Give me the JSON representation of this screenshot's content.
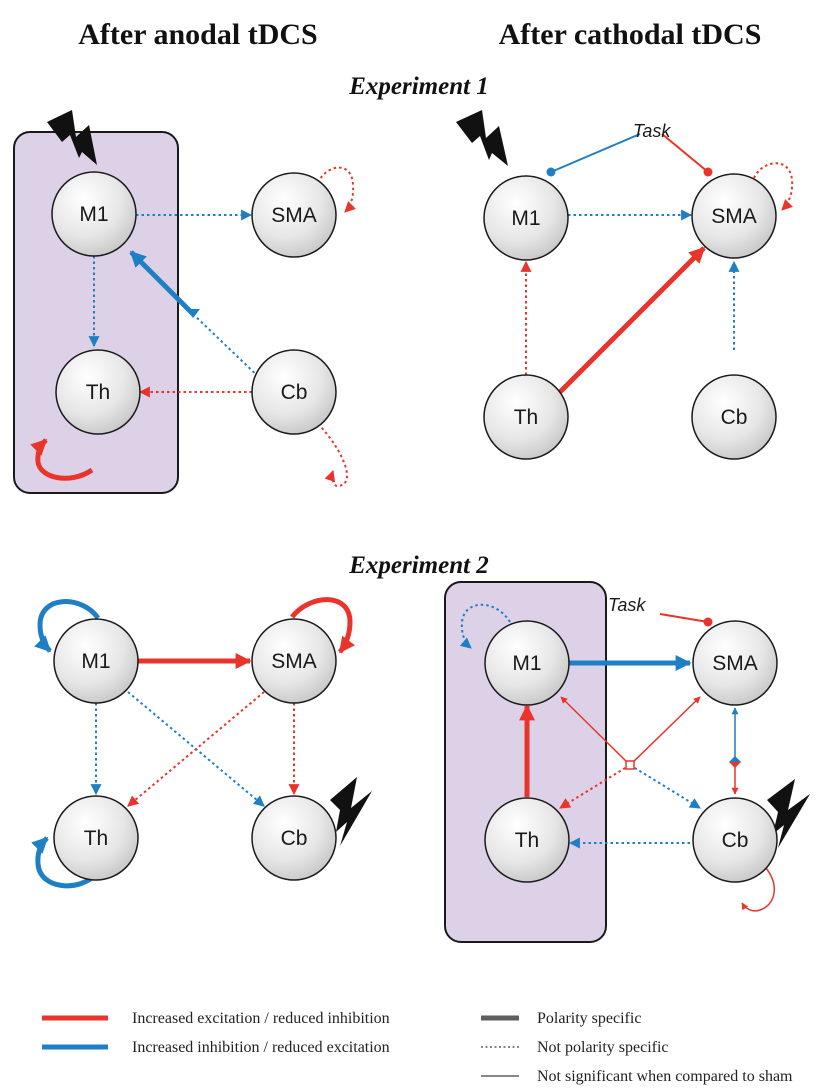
{
  "columns": {
    "anodal": "After anodal tDCS",
    "cathodal": "After cathodal tDCS"
  },
  "experiments": {
    "exp1": "Experiment 1",
    "exp2": "Experiment 2"
  },
  "nodes": {
    "m1": "M1",
    "sma": "SMA",
    "th": "Th",
    "cb": "Cb"
  },
  "task_label": "Task",
  "legend": {
    "red": "Increased excitation / reduced inhibition",
    "blue": "Increased inhibition / reduced excitation",
    "thick": "Polarity specific",
    "dotted": "Not polarity specific",
    "thin": "Not significant when compared to sham"
  },
  "colors": {
    "excitation": "#e8342a",
    "inhibition": "#1f7fc4",
    "stimulated_region": "#ddd1e8"
  },
  "icons": {
    "stimulation": "lightning-bolt-icon"
  }
}
